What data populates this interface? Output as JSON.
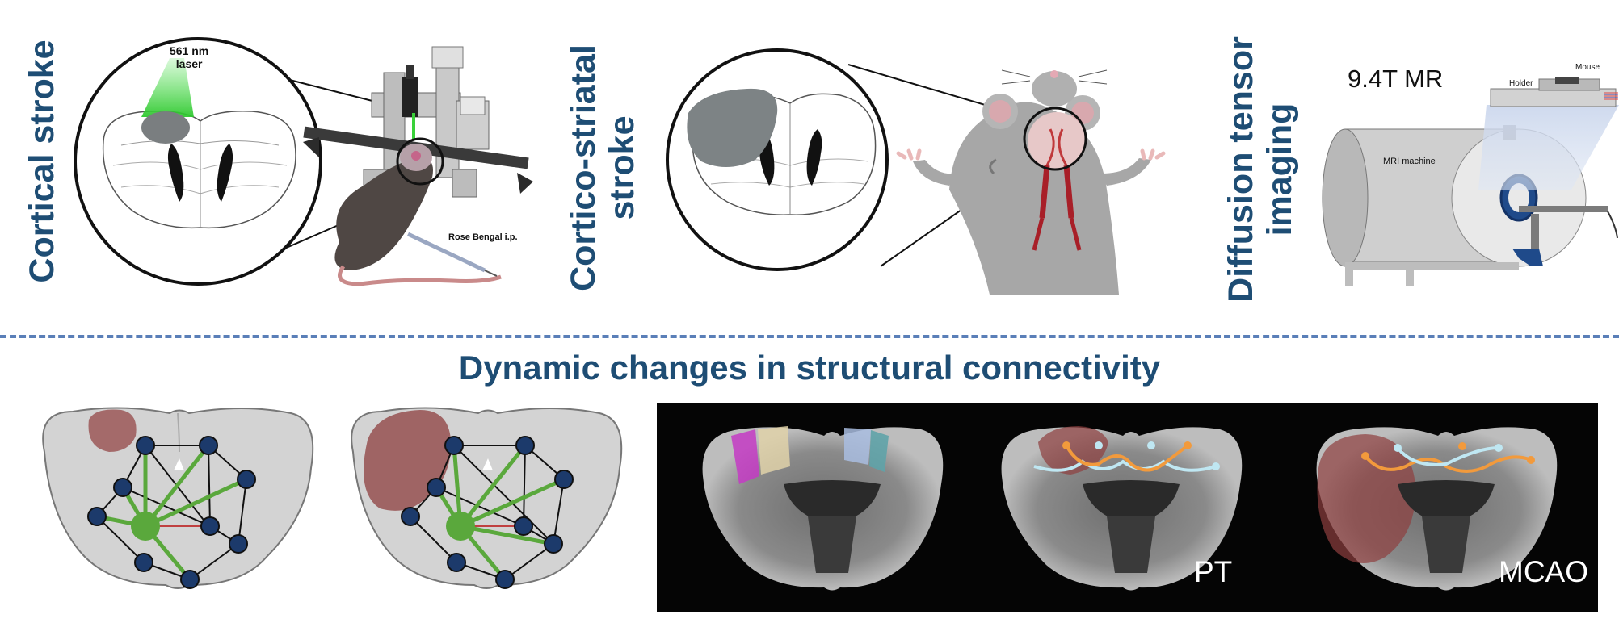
{
  "panels": {
    "cortical": {
      "title": "Cortical stroke",
      "laser": "561 nm\nlaser",
      "injection": "Rose Bengal i.p."
    },
    "striatal": {
      "title": "Cortico-striatal\nstroke"
    },
    "dti": {
      "title": "Diffusion tensor\nimaging",
      "scanner": "9.4T MR",
      "machine": "MRI machine",
      "mouse": "Mouse",
      "holder": "Holder"
    }
  },
  "bottom": {
    "title": "Dynamic changes in structural connectivity",
    "pt_label": "PT",
    "mcao_label": "MCAO"
  },
  "colors": {
    "title": "#1e4d74",
    "lesion": "#8e3f3f",
    "hub": "#5aa83c",
    "node": "#1c3a6b",
    "dash": "#5a7fb8"
  }
}
